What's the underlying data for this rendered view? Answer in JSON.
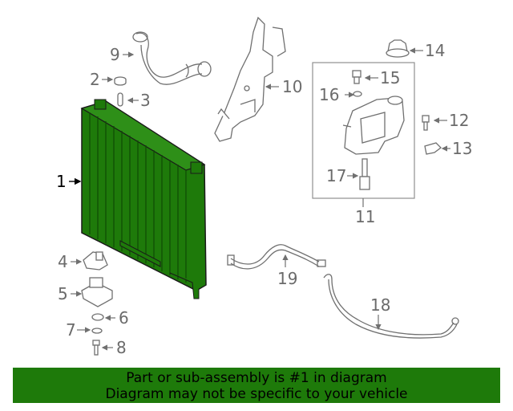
{
  "callouts": {
    "c1": "1",
    "c2": "2",
    "c3": "3",
    "c4": "4",
    "c5": "5",
    "c6": "6",
    "c7": "7",
    "c8": "8",
    "c9": "9",
    "c10": "10",
    "c11": "11",
    "c12": "12",
    "c13": "13",
    "c14": "14",
    "c15": "15",
    "c16": "16",
    "c17": "17",
    "c18": "18",
    "c19": "19"
  },
  "banner": {
    "line1": "Part or sub-assembly is #1 in diagram",
    "line2": "Diagram may not be specific to your vehicle"
  },
  "colors": {
    "highlight": "#1e7a0a",
    "linework": "#707070",
    "banner": "#1e7a0a"
  }
}
